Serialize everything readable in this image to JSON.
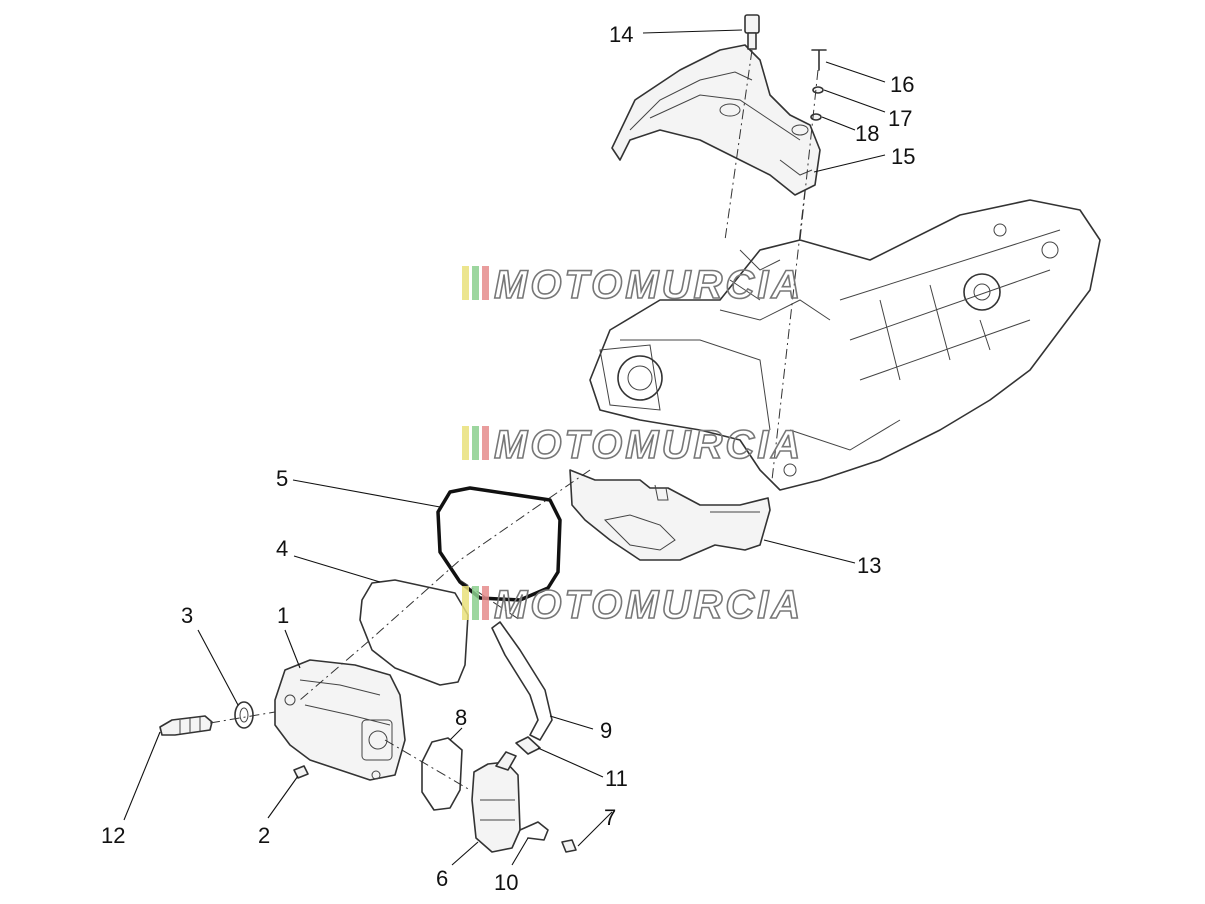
{
  "callouts": [
    {
      "id": "1",
      "text": "1"
    },
    {
      "id": "2",
      "text": "2"
    },
    {
      "id": "3",
      "text": "3"
    },
    {
      "id": "4",
      "text": "4"
    },
    {
      "id": "5",
      "text": "5"
    },
    {
      "id": "6",
      "text": "6"
    },
    {
      "id": "7",
      "text": "7"
    },
    {
      "id": "8",
      "text": "8"
    },
    {
      "id": "9",
      "text": "9"
    },
    {
      "id": "10",
      "text": "10"
    },
    {
      "id": "11",
      "text": "11"
    },
    {
      "id": "12",
      "text": "12"
    },
    {
      "id": "13",
      "text": "13"
    },
    {
      "id": "14",
      "text": "14"
    },
    {
      "id": "15",
      "text": "15"
    },
    {
      "id": "16",
      "text": "16"
    },
    {
      "id": "17",
      "text": "17"
    },
    {
      "id": "18",
      "text": "18"
    }
  ],
  "watermark": {
    "text": "MOTOMURCIA",
    "stripe_colors": [
      "#e9e07a",
      "#8ccf8e",
      "#e58c8c"
    ]
  }
}
